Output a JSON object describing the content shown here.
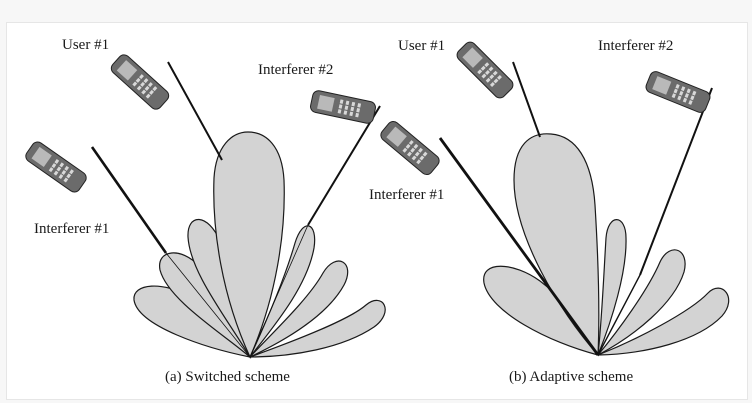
{
  "panels": [
    {
      "caption": "(a) Switched scheme",
      "labels": {
        "user1": "User #1",
        "interferer2": "Interferer #2",
        "interferer1": "Interferer #1"
      }
    },
    {
      "caption": "(b) Adaptive scheme",
      "labels": {
        "user1": "User #1",
        "interferer2": "Interferer #2",
        "interferer1": "Interferer #1"
      }
    }
  ],
  "colors": {
    "lobe_fill": "#d3d3d3",
    "phone_body": "#6b6b6b",
    "phone_screen": "#b9b9b9",
    "line": "#111111",
    "background": "#ffffff"
  }
}
